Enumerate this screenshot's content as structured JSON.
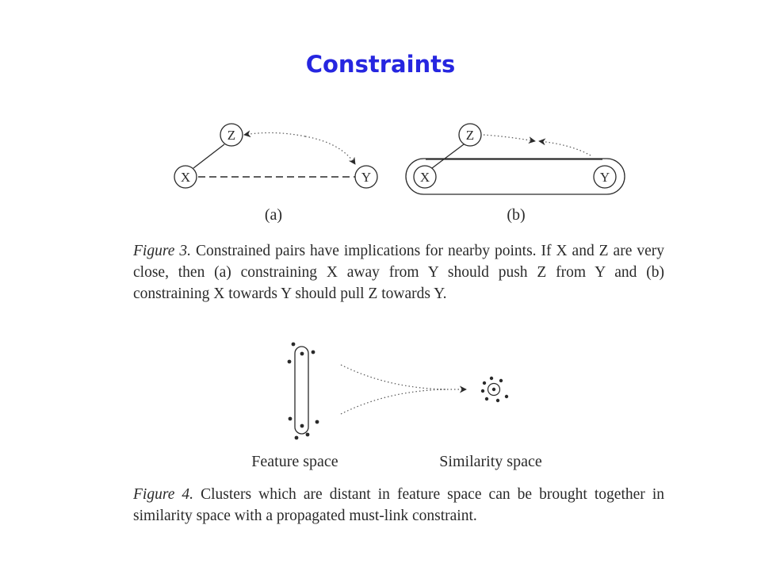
{
  "slide": {
    "title": "Constraints"
  },
  "figure3": {
    "panel_a": {
      "nodes": {
        "x": "X",
        "y": "Y",
        "z": "Z"
      },
      "label": "(a)"
    },
    "panel_b": {
      "nodes": {
        "x": "X",
        "y": "Y",
        "z": "Z"
      },
      "label": "(b)"
    },
    "caption_label": "Figure 3.",
    "caption_text": "Constrained pairs have implications for nearby points. If X and Z are very close, then (a) constraining X away from Y should push Z from Y and (b) constraining X towards Y should pull Z towards Y."
  },
  "figure4": {
    "left_label": "Feature space",
    "right_label": "Similarity space",
    "caption_label": "Figure 4.",
    "caption_text": "Clusters which are distant in feature space can be brought together in similarity space with a propagated must-link constraint."
  }
}
